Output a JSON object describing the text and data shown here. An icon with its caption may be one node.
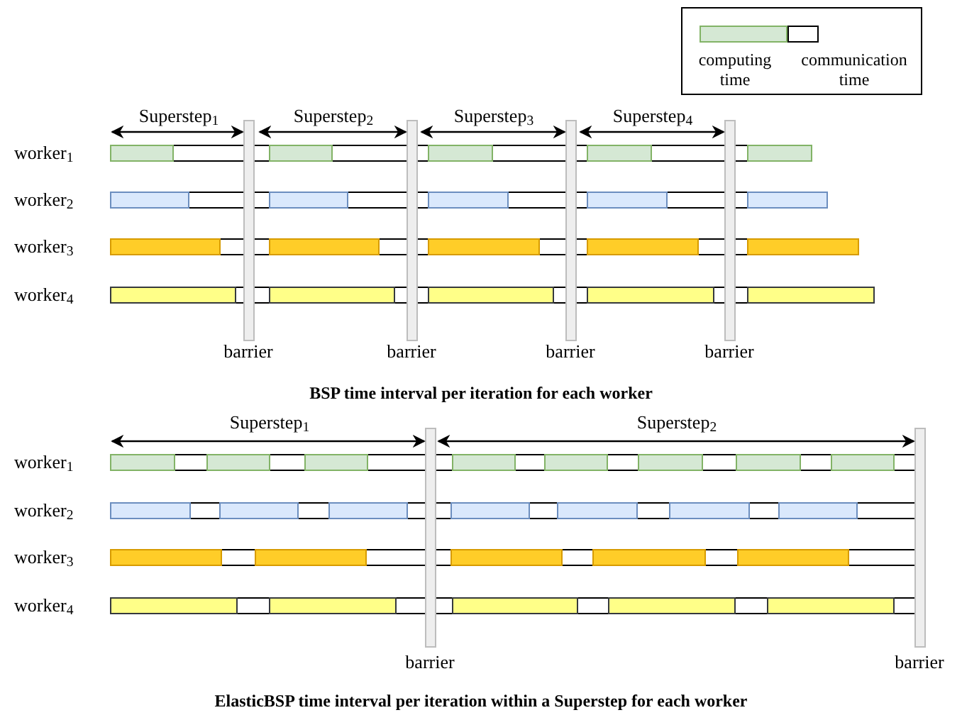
{
  "diagram": {
    "labels": [
      "Superstep$_{1}$",
      "Superstep$_{2}$",
      "Superstep$_{3}$",
      "Superstep$_{4}$",
      "worker$_{1}$",
      "worker$_{2}$",
      "worker$_{3}$",
      "worker$_{4}$",
      "barrier",
      "barrier",
      "barrier",
      "barrier",
      "BSP time interval per iteration for each worker",
      "Superstep$_{1}$",
      "Superstep$_{2}$",
      "worker$_{1}$",
      "worker$_{2}$",
      "worker$_{3}$",
      "worker$_{4}$",
      "barrier",
      "barrier",
      "ElasticBSP time interval per iteration within a Superstep for each worker"
    ],
    "legend": [
      {
        "text": "computing time",
        "color": "#d5e8d4"
      },
      {
        "text": "communication time",
        "color": "#ffffff"
      }
    ]
  }
}
